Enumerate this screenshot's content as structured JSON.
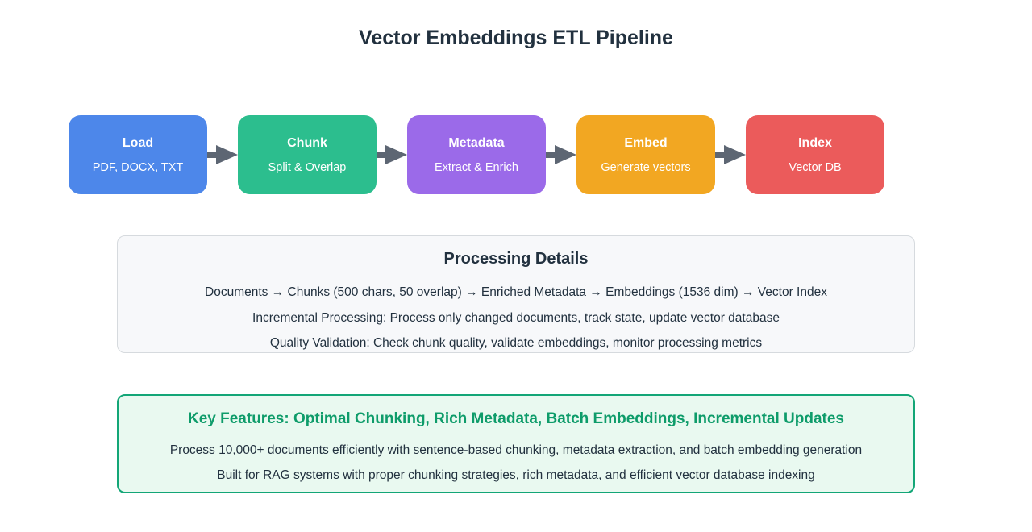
{
  "title": "Vector Embeddings ETL Pipeline",
  "pipeline": {
    "arrow_color": "#5d6673",
    "stages": [
      {
        "label": "Load",
        "sublabel": "PDF, DOCX, TXT",
        "color": "#4d87ea"
      },
      {
        "label": "Chunk",
        "sublabel": "Split & Overlap",
        "color": "#2cbe8e"
      },
      {
        "label": "Metadata",
        "sublabel": "Extract & Enrich",
        "color": "#9b6ae9"
      },
      {
        "label": "Embed",
        "sublabel": "Generate vectors",
        "color": "#f2a722"
      },
      {
        "label": "Index",
        "sublabel": "Vector DB",
        "color": "#eb5b5b"
      }
    ]
  },
  "processing_details": {
    "title": "Processing Details",
    "lines": [
      "Documents → Chunks (500 chars, 50 overlap) → Enriched Metadata → Embeddings (1536 dim) → Vector Index",
      "Incremental Processing: Process only changed documents, track state, update vector database",
      "Quality Validation: Check chunk quality, validate embeddings, monitor processing metrics"
    ]
  },
  "key_features": {
    "title": "Key Features: Optimal Chunking, Rich Metadata, Batch Embeddings, Incremental Updates",
    "lines": [
      "Process 10,000+ documents efficiently with sentence-based chunking, metadata extraction, and batch embedding generation",
      "Built for RAG systems with proper chunking strategies, rich metadata, and efficient vector database indexing"
    ],
    "accent_color": "#0e9c6a",
    "border_color": "#13a677",
    "background_color": "#e9f9f0"
  }
}
